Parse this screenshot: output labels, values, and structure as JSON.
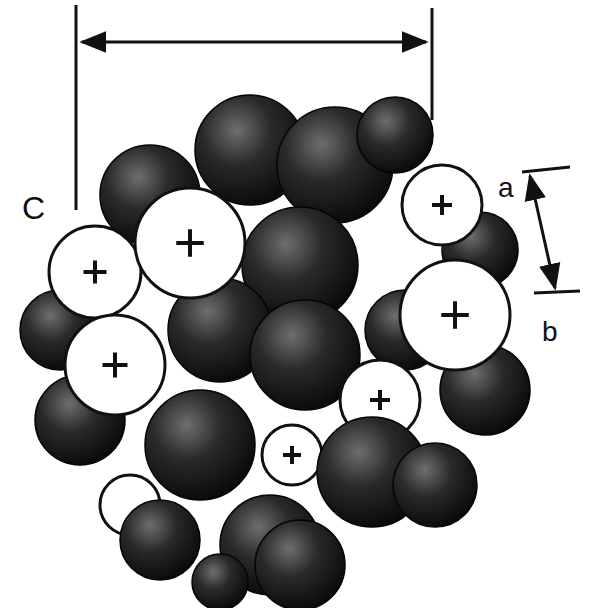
{
  "diagram": {
    "labels": [
      "C",
      "a",
      "b"
    ]
  }
}
